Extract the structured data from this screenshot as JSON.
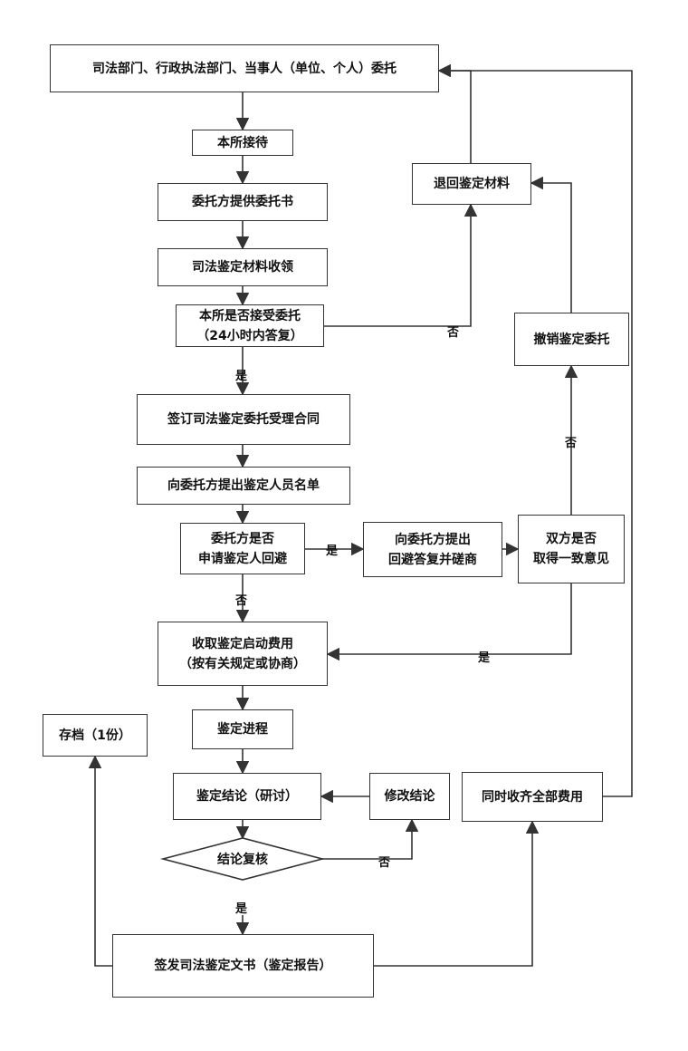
{
  "nodes": {
    "commission": "司法部门、行政执法部门、当事人（单位、个人）委托",
    "reception": "本所接待",
    "provide_letter": "委托方提供委托书",
    "materials_receipt": "司法鉴定材料收领",
    "accept_q_line1": "本所是否接受委托",
    "accept_q_line2": "（24小时内答复）",
    "return_materials": "退回鉴定材料",
    "cancel_commission": "撤销鉴定委托",
    "sign_contract": "签订司法鉴定委托受理合同",
    "propose_list": "向委托方提出鉴定人员名单",
    "avoid_q_line1": "委托方是否",
    "avoid_q_line2": "申请鉴定人回避",
    "consult_line1": "向委托方提出",
    "consult_line2": "回避答复并磋商",
    "agree_q_line1": "双方是否",
    "agree_q_line2": "取得一致意见",
    "fee_line1": "收取鉴定启动费用",
    "fee_line2": "（按有关规定或协商）",
    "progress": "鉴定进程",
    "archive": "存档（1份）",
    "conclusion": "鉴定结论（研讨）",
    "modify": "修改结论",
    "collect_all": "同时收齐全部费用",
    "review": "结论复核",
    "issue": "签发司法鉴定文书（鉴定报告）"
  },
  "labels": {
    "no": "否",
    "yes": "是"
  }
}
